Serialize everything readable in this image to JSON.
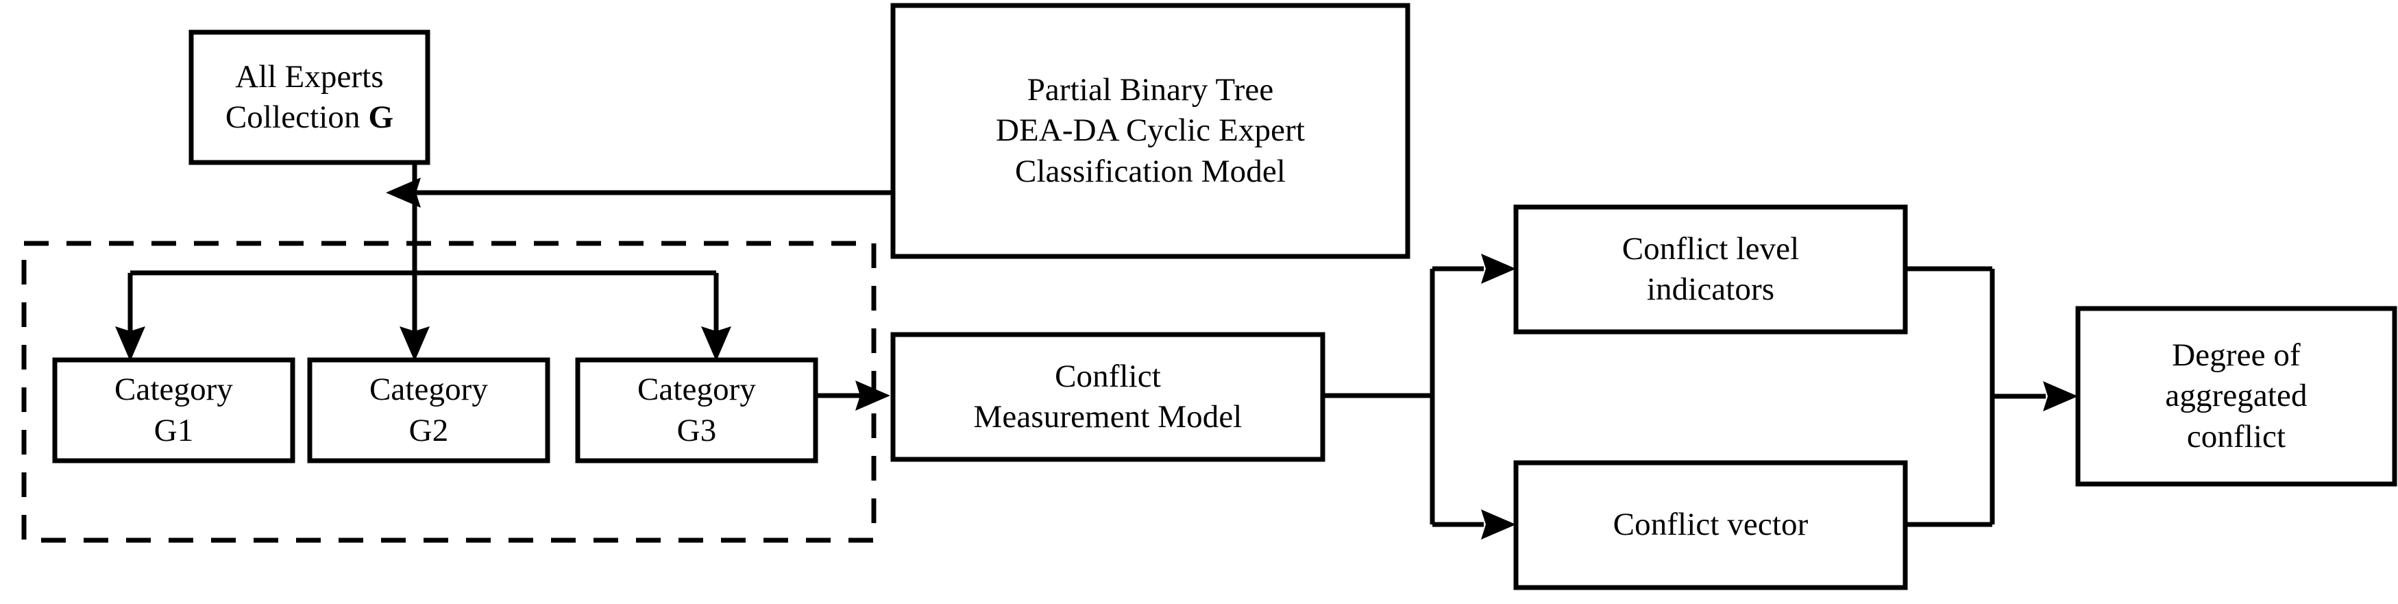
{
  "diagram": {
    "title": "Partial Binary Tree DEA-DA Cyclic Expert Classification and Conflict Measurement Framework",
    "background_color": "#ffffff",
    "line_color": "#000000",
    "nodes": {
      "all_experts": {
        "label": "All Experts\nCollection G",
        "label_line1": "All Experts",
        "label_line2_prefix": "Collection ",
        "label_line2_symbol": "G"
      },
      "classification_model": {
        "label": "Partial Binary Tree\nDEA-DA Cyclic Expert\nClassification Model"
      },
      "category_g1": {
        "label": "Category\nG1"
      },
      "category_g2": {
        "label": "Category\nG2"
      },
      "category_g3": {
        "label": "Category\nG3"
      },
      "conflict_measurement_model": {
        "label": "Conflict\nMeasurement Model"
      },
      "conflict_level_indicators": {
        "label": "Conflict level\nindicators"
      },
      "conflict_vector": {
        "label": "Conflict vector"
      },
      "degree_of_aggregated_conflict": {
        "label": "Degree of\naggregated\nconflict"
      }
    },
    "group": {
      "name": "expert-categories-group",
      "style": "dashed"
    },
    "edges": [
      {
        "name": "all-experts-to-categories",
        "from": "all_experts",
        "to": [
          "category_g1",
          "category_g2",
          "category_g3"
        ],
        "style": "solid",
        "arrow": "end"
      },
      {
        "name": "classification-model-to-all-experts",
        "from": "classification_model",
        "to": "all_experts",
        "style": "solid",
        "arrow": "end"
      },
      {
        "name": "category-g3-to-conflict-measurement-model",
        "from": "category_g3",
        "to": "conflict_measurement_model",
        "style": "solid",
        "arrow": "end"
      },
      {
        "name": "conflict-measurement-model-to-indicators",
        "from": "conflict_measurement_model",
        "to": "conflict_level_indicators",
        "style": "solid",
        "arrow": "end"
      },
      {
        "name": "conflict-measurement-model-to-vector",
        "from": "conflict_measurement_model",
        "to": "conflict_vector",
        "style": "solid",
        "arrow": "end"
      },
      {
        "name": "indicators-and-vector-to-degree",
        "from": [
          "conflict_level_indicators",
          "conflict_vector"
        ],
        "to": "degree_of_aggregated_conflict",
        "style": "solid",
        "arrow": "end"
      }
    ]
  }
}
